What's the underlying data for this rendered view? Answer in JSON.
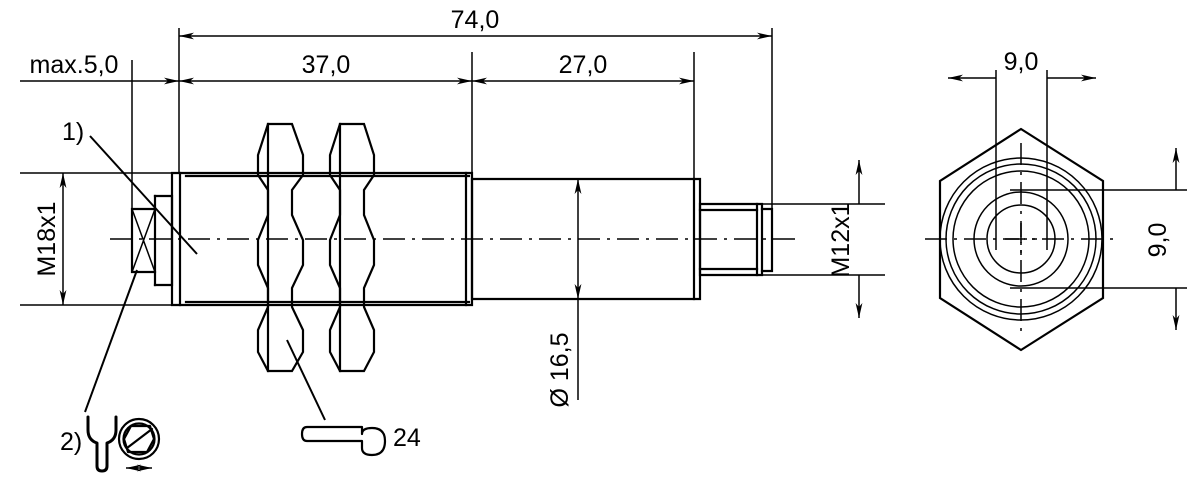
{
  "drawing": {
    "title": "Inductive sensor dimensional drawing",
    "units": "mm",
    "decimal_separator": "comma"
  },
  "dimensions": {
    "overall_length": "74,0",
    "thread_section_length": "37,0",
    "rear_section_length": "27,0",
    "front_protrusion_max": "max.5,0",
    "front_thread": "M18x1",
    "rear_thread": "M12x1",
    "body_diameter": "Ø 16,5",
    "end_view_width": "9,0",
    "end_view_height": "9,0"
  },
  "notes": {
    "note_1_marker": "1)",
    "note_2_marker": "2)",
    "wrench_size": "24"
  },
  "icons": {
    "wrench_flat": "wrench-icon",
    "wrench_open": "open-end-wrench-icon",
    "hex_socket": "hex-socket-icon",
    "rotation_arrow": "double-arrow-icon"
  },
  "colors": {
    "line": "#000000",
    "background": "#ffffff"
  }
}
